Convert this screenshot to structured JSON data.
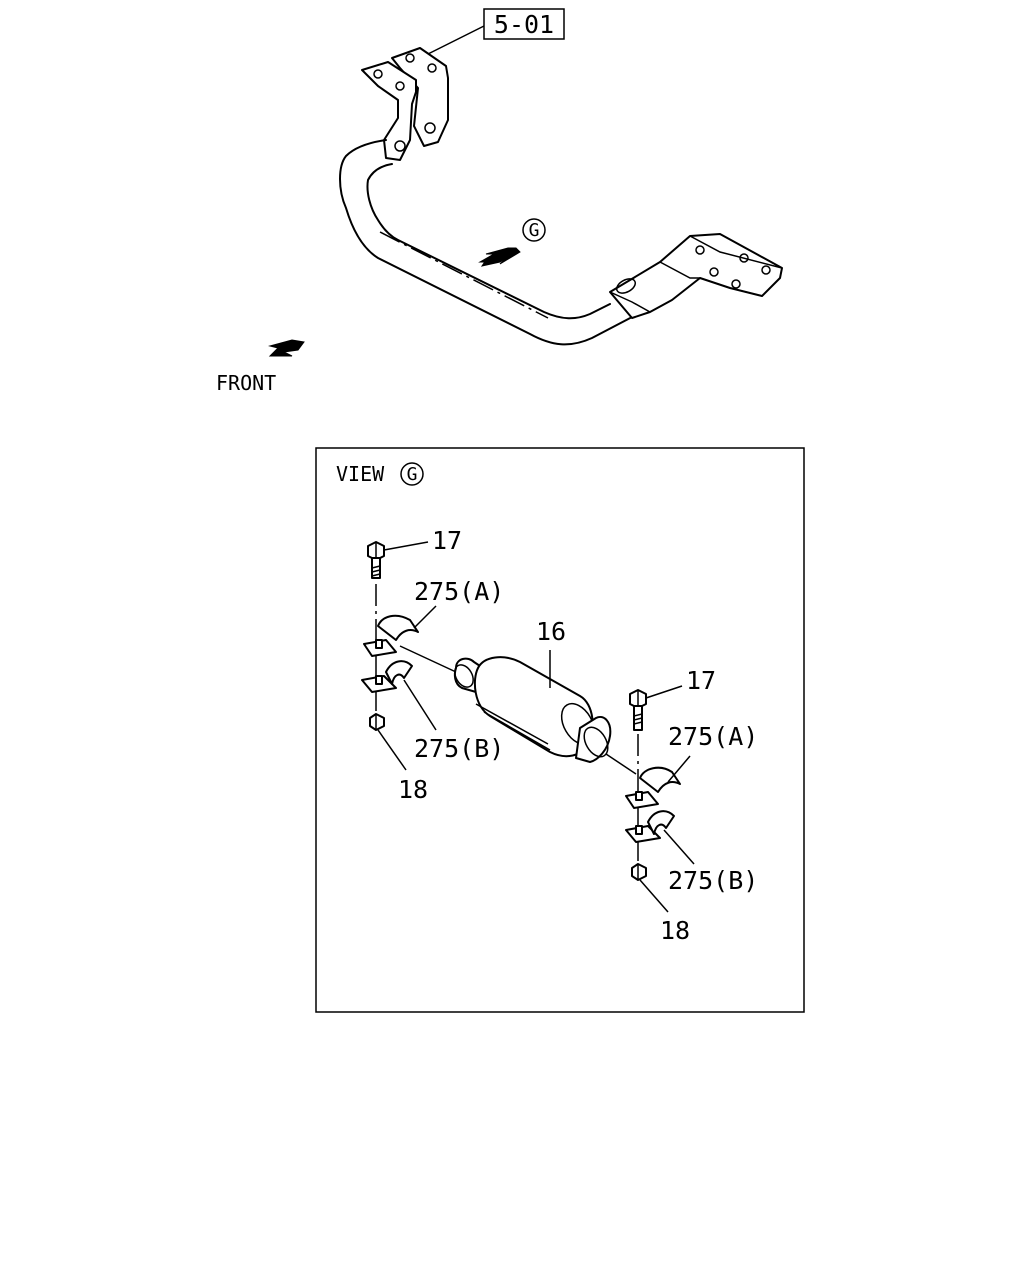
{
  "ref_box": "5-01",
  "front_label": "FRONT",
  "view_arrow_letter": "G",
  "view_box": {
    "view_label": "VIEW",
    "view_letter": "G"
  },
  "callouts": {
    "bolt_left": "17",
    "bolt_right": "17",
    "bushing_a_left": "275(A)",
    "bushing_b_left": "275(B)",
    "bushing_a_right": "275(A)",
    "bushing_b_right": "275(B)",
    "nut_left": "18",
    "nut_right": "18",
    "shaft": "16"
  }
}
